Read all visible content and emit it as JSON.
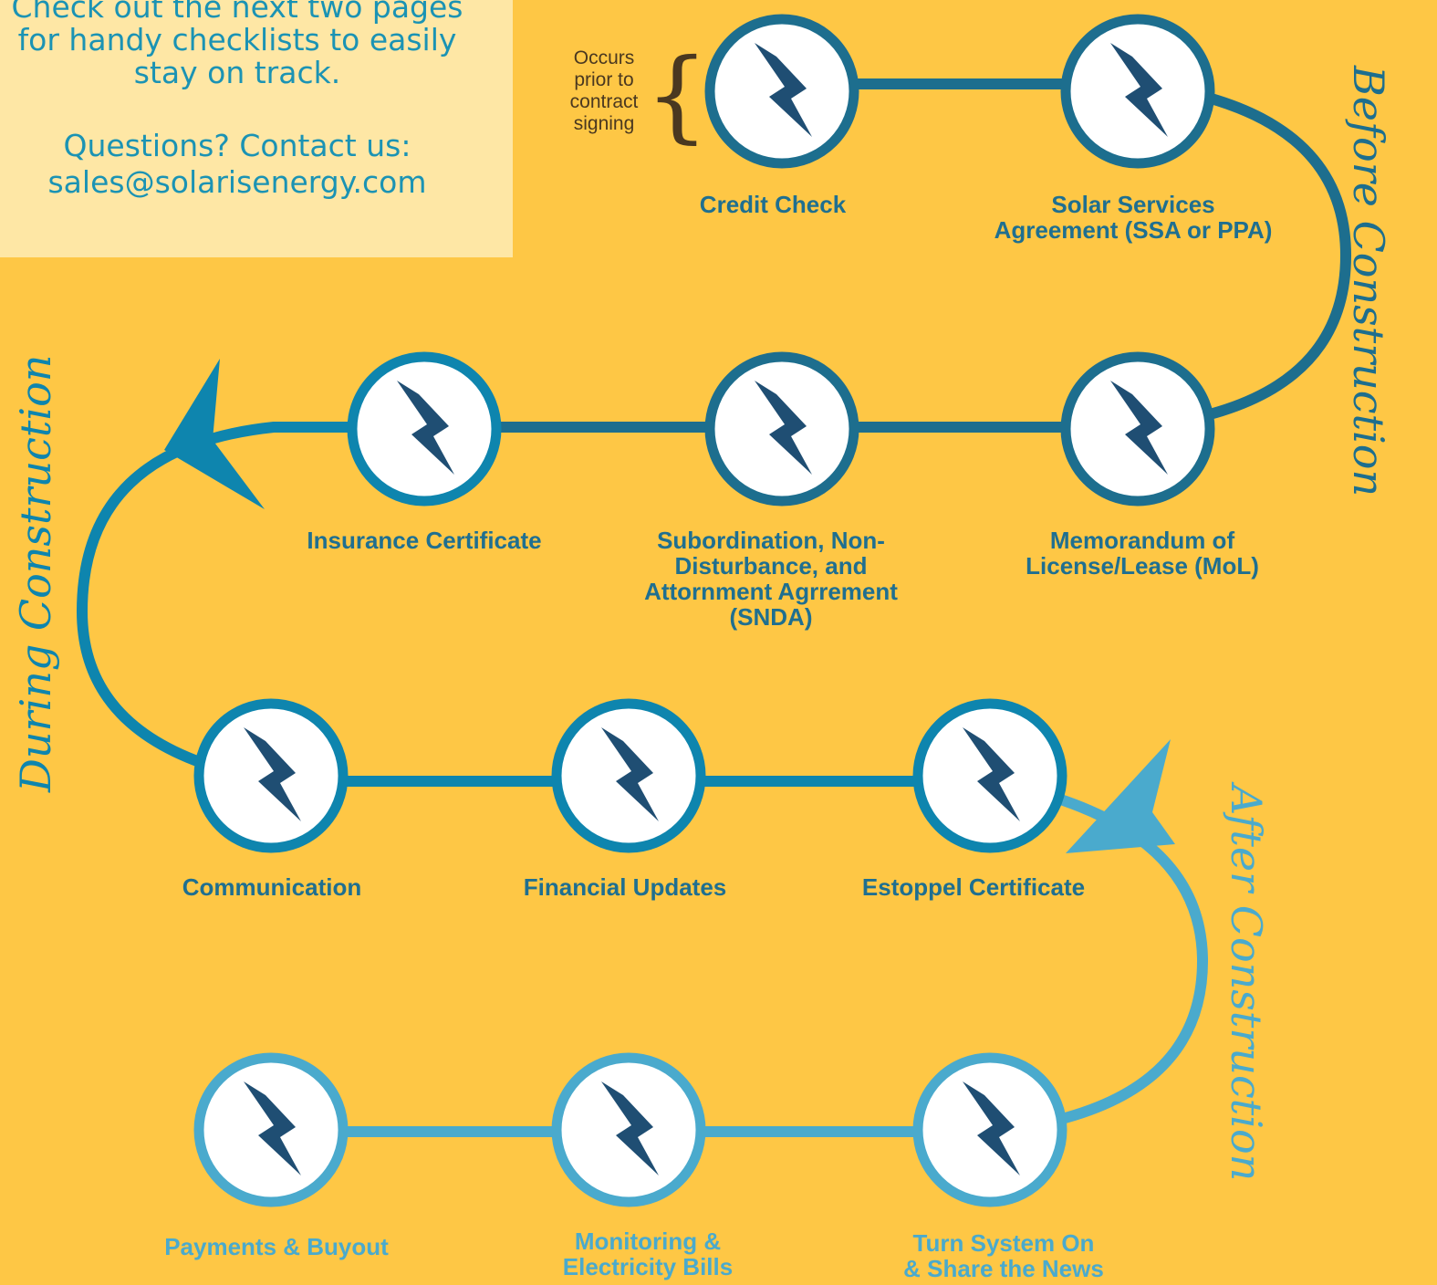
{
  "info": {
    "line1": "Check out the next two pages",
    "line2": "for handy checklists to easily",
    "line3": "stay on track.",
    "contact_line": "Questions? Contact us:",
    "email": "sales@solarisenergy.com"
  },
  "note": {
    "line1": "Occurs",
    "line2": "prior to",
    "line3": "contract",
    "line4": "signing"
  },
  "phases": {
    "before": "Before Construction",
    "during": "During Construction",
    "after": "After Construction"
  },
  "steps": [
    {
      "line1": "Credit Check",
      "line2": "",
      "line3": "",
      "line4": ""
    },
    {
      "line1": "Solar Services",
      "line2": "Agreement (SSA or PPA)",
      "line3": "",
      "line4": ""
    },
    {
      "line1": "Memorandum of",
      "line2": "License/Lease (MoL)",
      "line3": "",
      "line4": ""
    },
    {
      "line1": "Subordination, Non-",
      "line2": "Disturbance, and",
      "line3": "Attornment  Agrrement",
      "line4": "(SNDA)"
    },
    {
      "line1": "Insurance Certificate",
      "line2": "",
      "line3": "",
      "line4": ""
    },
    {
      "line1": "Communication",
      "line2": "",
      "line3": "",
      "line4": ""
    },
    {
      "line1": "Financial Updates",
      "line2": "",
      "line3": "",
      "line4": ""
    },
    {
      "line1": "Estoppel Certificate",
      "line2": "",
      "line3": "",
      "line4": ""
    },
    {
      "line1": "Turn System On",
      "line2": "& Share the News",
      "line3": "",
      "line4": ""
    },
    {
      "line1": "Monitoring &",
      "line2": "Electricity Bills",
      "line3": "",
      "line4": ""
    },
    {
      "line1": "Payments & Buyout",
      "line2": "",
      "line3": "",
      "line4": ""
    }
  ],
  "colors": {
    "background": "#fec745",
    "info_box": "#fee7a5",
    "before_path": "#1d6e8e",
    "during_path": "#0e85ae",
    "after_path": "#4aaacd",
    "bolt": "#1f4e73"
  }
}
